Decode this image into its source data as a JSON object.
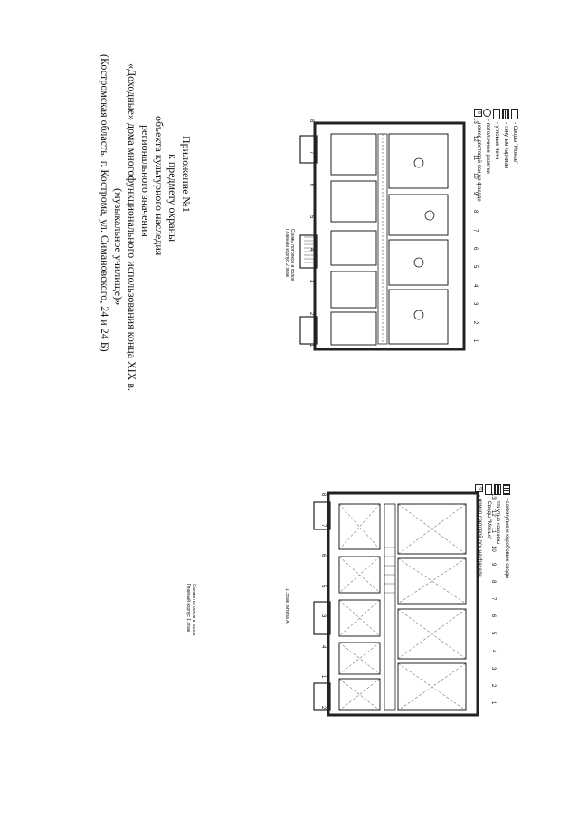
{
  "header": {
    "lines": [
      "Приложение №1",
      "к предмету охраны",
      "объекта культурного наследия",
      "регионального значения",
      "«Доходные» дома многофункционального использования конца XIX в.",
      "(музыкальное училище)»",
      "(Костромская область, г. Кострома, ул. Симановского, 24 и 24 Б)"
    ]
  },
  "plan_lower": {
    "caption_1": "Схемы потолков и полов",
    "caption_2": "Главный корпус 1 этаж",
    "sheet_label": "1 Этаж литера А",
    "legend": [
      {
        "label": "- сомкнутые и коробовые своды",
        "icon": "vault-swatch"
      },
      {
        "label": "- тянутые карнизы",
        "icon": "cornice-swatch"
      },
      {
        "label": "- Своды \"Монье\"",
        "icon": "monier-swatch"
      },
      {
        "label": "- номер световой оси на фасаде",
        "icon": "axis-number-swatch",
        "num": "9"
      }
    ],
    "axes_top": [
      "1",
      "2",
      "3",
      "4",
      "5",
      "6",
      "7",
      "8",
      "9",
      "10",
      "11",
      "12",
      "13"
    ],
    "axes_side": [
      "2",
      "1",
      "4",
      "3",
      "5",
      "6",
      "7",
      "8"
    ]
  },
  "plan_upper": {
    "caption_1": "Схемы потолков и полов",
    "caption_2": "Главный корпус 2 этаж",
    "legend": [
      {
        "label": "- Своды \"Монье\"",
        "icon": "monier-swatch"
      },
      {
        "label": "- тянутые карнизы",
        "icon": "cornice-swatch"
      },
      {
        "label": "- угловые печи",
        "icon": "stove-swatch"
      },
      {
        "label": "- потолочные розетки",
        "icon": "rosette-swatch"
      },
      {
        "label": "- номер световой оси на фасаде",
        "icon": "axis-number-swatch",
        "num": "9"
      }
    ],
    "axes_top": [
      "1",
      "2",
      "3",
      "4",
      "5",
      "6",
      "7",
      "8",
      "9",
      "10",
      "11",
      "12",
      "13"
    ],
    "axes_side": [
      "1",
      "2",
      "3",
      "4",
      "5",
      "6",
      "7",
      "8"
    ]
  }
}
